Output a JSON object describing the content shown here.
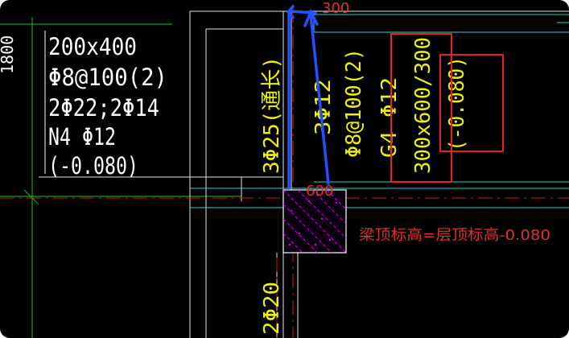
{
  "annotations": {
    "dim_top": "300",
    "dim_bottom": "600",
    "beam_note": "梁顶标高=层顶标高-0.080"
  },
  "left_label": {
    "lines": [
      "200x400",
      "Φ8@100(2)",
      "2Φ22;2Φ14",
      "N4 Φ12",
      "(-0.080)"
    ]
  },
  "edge_text": "1800",
  "vertical_labels": {
    "bar_3_25": "3Φ25(通长)",
    "bar_3_12": "3Φ12",
    "stirrup": "Φ8@100(2)",
    "g4": "G4 Φ12",
    "section": "300x600/300",
    "elev": "(-0.080)",
    "bottom": "2Φ20"
  },
  "colors": {
    "background": "#000000",
    "white_line": "#ffffff",
    "yellow": "#f2f200",
    "cyan": "#1fd6d6",
    "green": "#19c219",
    "red_dash": "#d01818",
    "box_red": "#e82020",
    "arrow_blue": "#2650ff",
    "magenta": "#e000e0"
  }
}
